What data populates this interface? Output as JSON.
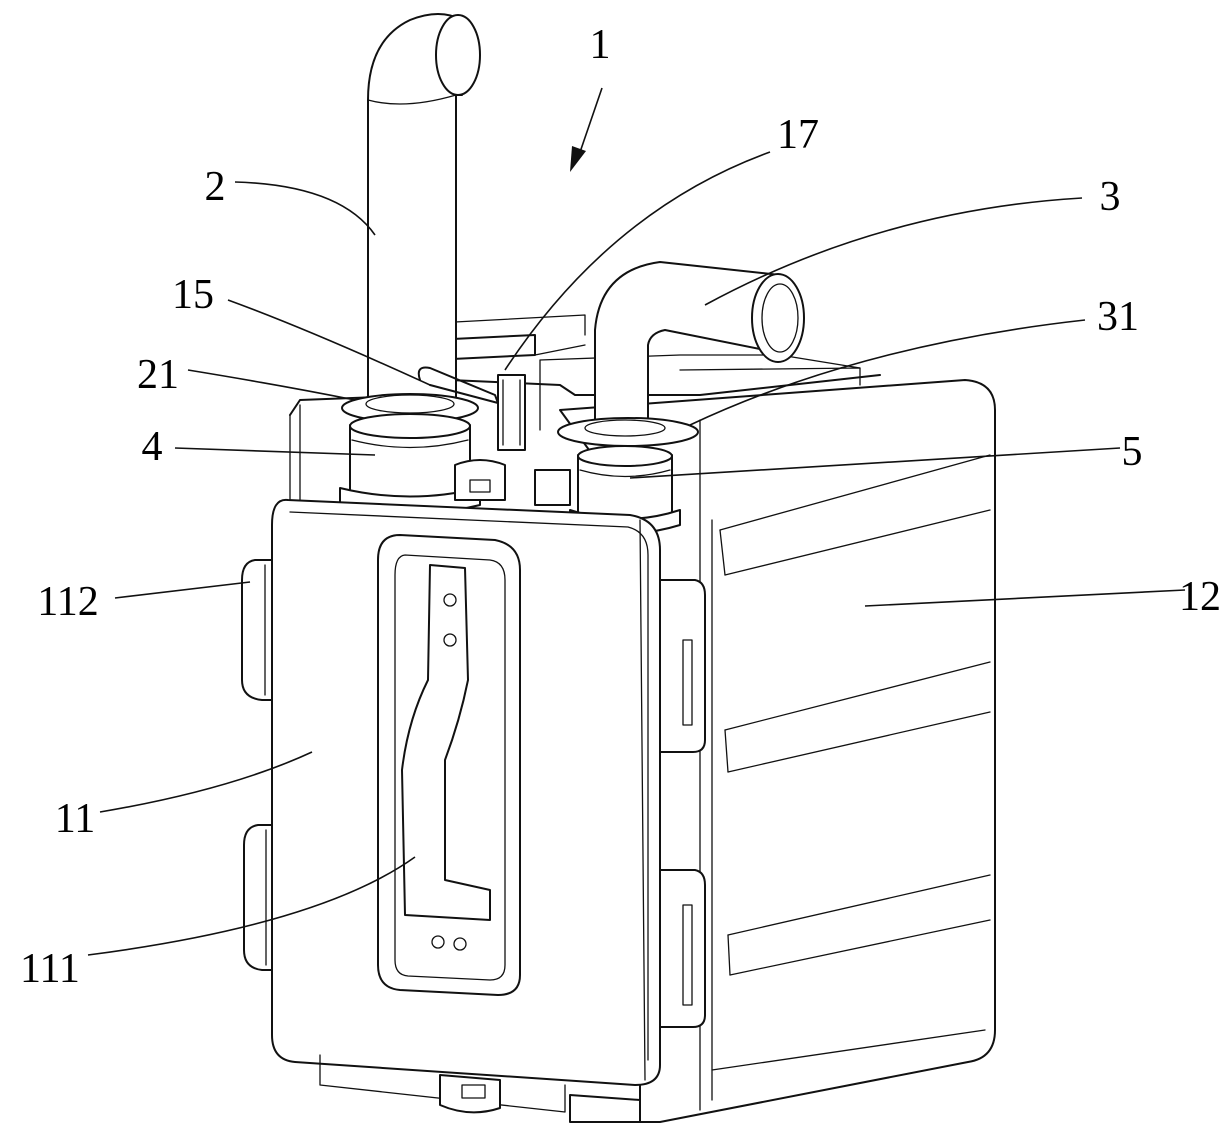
{
  "figure": {
    "labels": {
      "l1": "1",
      "l2": "2",
      "l3": "3",
      "l4": "4",
      "l5": "5",
      "l11": "11",
      "l12": "12",
      "l15": "15",
      "l17": "17",
      "l21": "21",
      "l31": "31",
      "l111": "111",
      "l112": "112"
    }
  }
}
